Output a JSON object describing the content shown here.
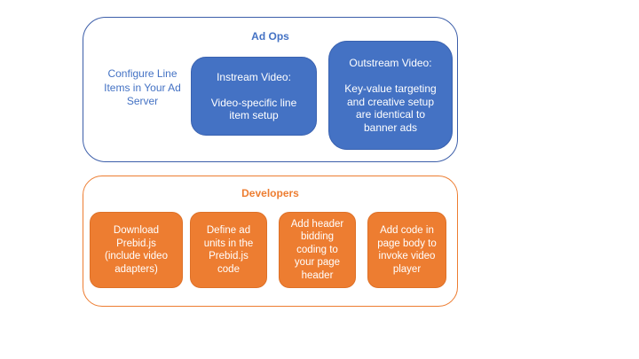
{
  "colors": {
    "blue_fill": "#4472C4",
    "blue_border": "#3C5EA9",
    "orange_fill": "#ED7D31",
    "orange_border": "#DE7128",
    "box_text": "#FFFFFF",
    "background": "#FFFFFF"
  },
  "ad_ops": {
    "title": "Ad Ops",
    "side_label": "Configure Line\nItems in Your Ad\nServer",
    "instream_box": "Instream Video:\n\nVideo-specific line\nitem setup",
    "outstream_box": "Outstream Video:\n\nKey-value targeting\nand creative setup\nare identical to\nbanner ads"
  },
  "developers": {
    "title": "Developers",
    "steps": [
      "Download\nPrebid.js\n(include video\nadapters)",
      "Define ad\nunits in the\nPrebid.js\ncode",
      "Add header\nbidding\ncoding to\nyour page\nheader",
      "Add code in\npage body to\ninvoke video\nplayer"
    ]
  }
}
